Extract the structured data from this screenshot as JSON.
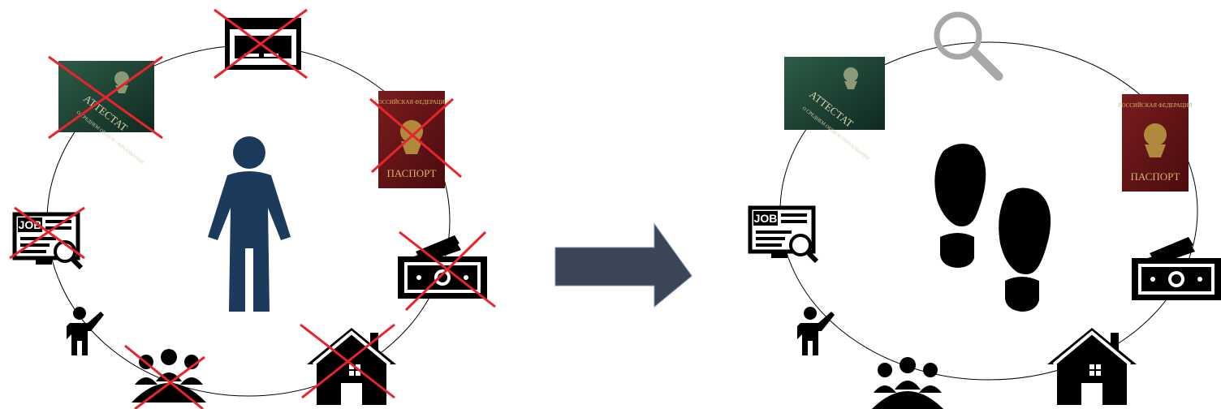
{
  "left_panel": {
    "certificate_title": "АТТЕСТАТ",
    "certificate_subtitle": "О СРЕДНЕМ ОБЩЕМ ОБРАЗОВАНИИ",
    "passport_country": "РОССИЙСКАЯ ФЕДЕРАЦИЯ",
    "passport_title": "ПАСПОРТ",
    "job_label": "JOB"
  },
  "right_panel": {
    "certificate_title": "АТТЕСТАТ",
    "certificate_subtitle": "О СРЕДНЕМ ОБЩЕМ ОБРАЗОВАНИИ",
    "passport_country": "РОССИЙСКАЯ ФЕДЕРАЦИЯ",
    "passport_title": "ПАСПОРТ",
    "job_label": "JOB"
  },
  "colors": {
    "person": "#1b3a5c",
    "arrow": "#3a4656",
    "cross": "#e8232a",
    "certificate": "#1f4a3a",
    "passport": "#6b1518",
    "magnifier": "#a8a8a8"
  },
  "icons": [
    "card-icon",
    "certificate-icon",
    "passport-icon",
    "money-icon",
    "house-icon",
    "people-icon",
    "teacher-icon",
    "job-search-icon",
    "person-icon",
    "arrow-icon",
    "footprints-icon",
    "magnifier-icon"
  ]
}
